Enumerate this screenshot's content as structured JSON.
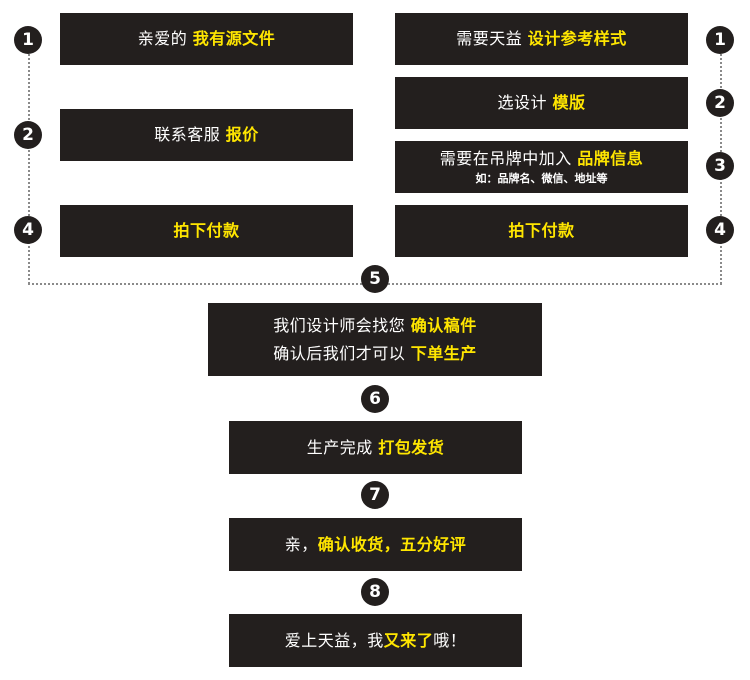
{
  "colors": {
    "box_bg": "#231f1e",
    "highlight": "#ffe600",
    "text": "#ffffff",
    "connector": "#8a8a8a"
  },
  "left_flow": {
    "step1": {
      "badge": "1",
      "text": "亲爱的",
      "highlight": "我有源文件"
    },
    "step2": {
      "badge": "2",
      "text": "联系客服",
      "highlight": "报价"
    },
    "step4": {
      "badge": "4",
      "highlight": "拍下付款"
    }
  },
  "right_flow": {
    "step1": {
      "badge": "1",
      "text": "需要天益",
      "highlight": "设计参考样式"
    },
    "step2": {
      "badge": "2",
      "text": "选设计",
      "highlight": "模版"
    },
    "step3": {
      "badge": "3",
      "text": "需要在吊牌中加入",
      "highlight": "品牌信息",
      "note": "如：品牌名、微信、地址等"
    },
    "step4": {
      "badge": "4",
      "highlight": "拍下付款"
    }
  },
  "center_flow": {
    "step5": {
      "badge": "5",
      "line1_text": "我们设计师会找您",
      "line1_highlight": "确认稿件",
      "line2_text": "确认后我们才可以",
      "line2_highlight": "下单生产"
    },
    "step6": {
      "badge": "6",
      "text": "生产完成",
      "highlight": "打包发货"
    },
    "step7": {
      "badge": "7",
      "text": "亲，",
      "highlight": "确认收货，五分好评"
    },
    "step8": {
      "badge": "8",
      "text_before": "爱上天益，我",
      "highlight": "又来了",
      "text_after": "哦！"
    }
  }
}
